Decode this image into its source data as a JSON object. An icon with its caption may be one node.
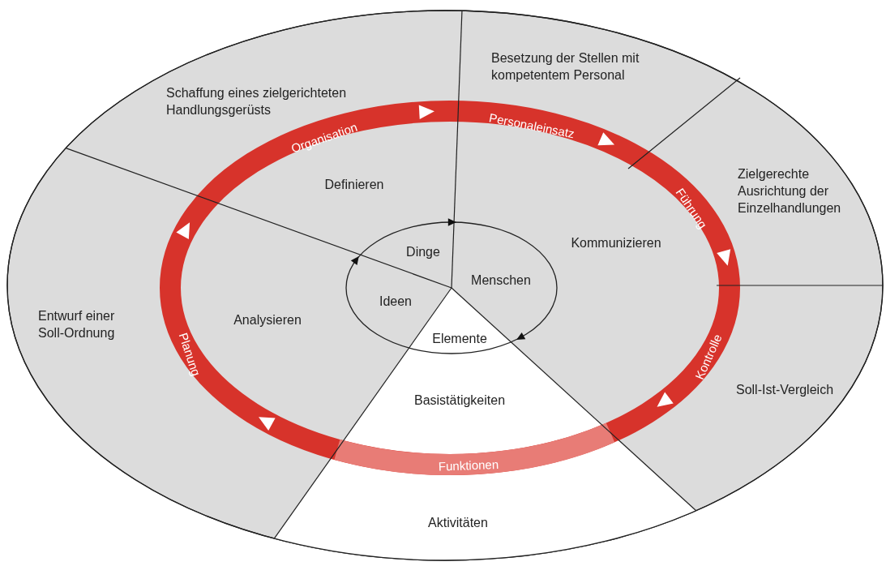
{
  "diagram": {
    "labels": [
      "Besetzung der Stellen mit kompetentem Personal",
      "Schaffung eines zielgerichteten Handlungsgerüsts",
      "Organisation",
      "Personaleinsatz",
      "Definieren",
      "Führung",
      "Zielgerechte Ausrichtung der Einzelhandlungen",
      "Dinge",
      "Kommunizieren",
      "Menschen",
      "Ideen",
      "Entwurf einer Soll-Ordnung",
      "Analysieren",
      "Elemente",
      "Planung",
      "Kontrolle",
      "Basistätigkeiten",
      "Soll-Ist-Vergleich",
      "Funktionen",
      "Aktivitäten"
    ]
  }
}
